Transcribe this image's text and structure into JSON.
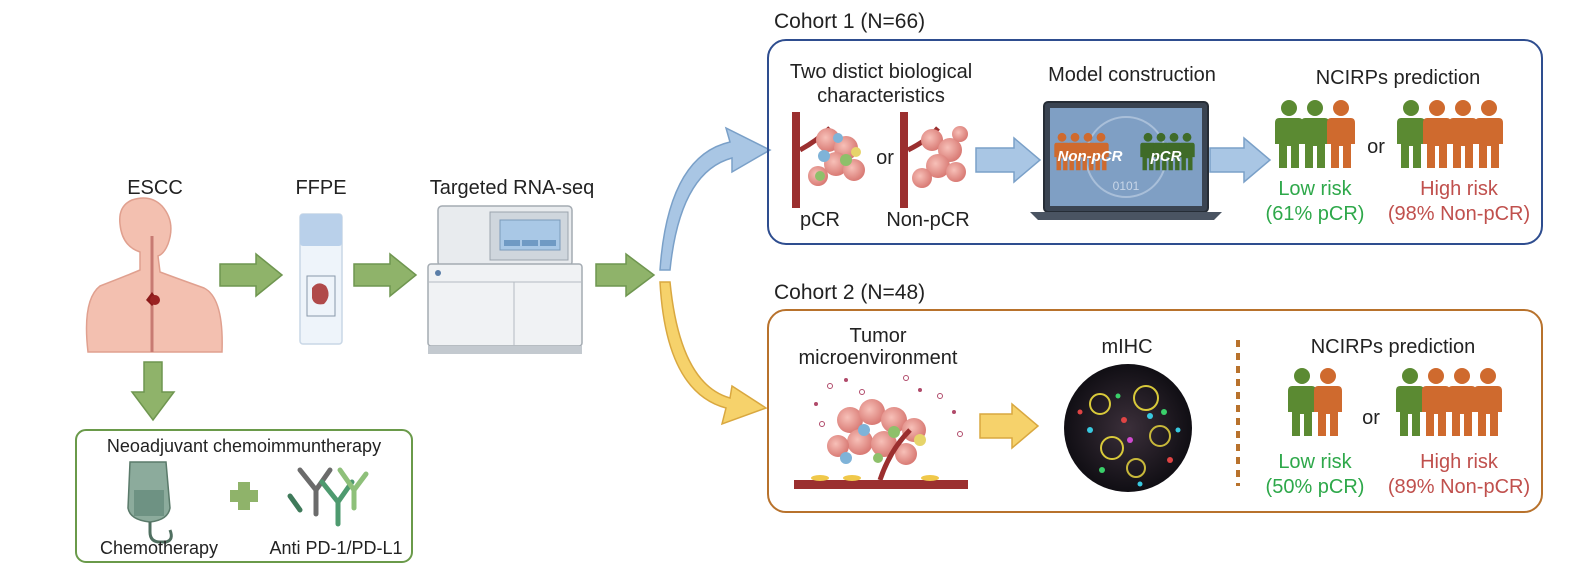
{
  "left": {
    "escc_label": "ESCC",
    "ffpe_label": "FFPE",
    "rnaseq_label": "Targeted RNA-seq",
    "treatment": {
      "title": "Neoadjuvant chemoimmuntherapy",
      "chemo_label": "Chemotherapy",
      "anti_label": "Anti PD-1/PD-L1"
    }
  },
  "cohort1": {
    "title": "Cohort 1 (N=66)",
    "char_title_1": "Two distict biological",
    "char_title_2": "characteristics",
    "or_label": "or",
    "pcr_label": "pCR",
    "nonpcr_label": "Non-pCR",
    "model_title": "Model construction",
    "screen_nonpcr": "Non-pCR",
    "screen_pcr": "pCR",
    "screen_code": "0101",
    "pred_title": "NCIRPs prediction",
    "pred_or": "or",
    "low_risk": "Low risk",
    "low_pct": "(61% pCR)",
    "high_risk": "High risk",
    "high_pct": "(98% Non-pCR)"
  },
  "cohort2": {
    "title": "Cohort 2 (N=48)",
    "tme_title_1": "Tumor",
    "tme_title_2": "microenvironment",
    "mihc_title": "mIHC",
    "pred_title": "NCIRPs prediction",
    "pred_or": "or",
    "low_risk": "Low risk",
    "low_pct": "(50% pCR)",
    "high_risk": "High risk",
    "high_pct": "(89% Non-pCR)"
  },
  "colors": {
    "cohort1_border": "#2e4d8f",
    "cohort2_border": "#b8722c",
    "green_arrow": "#8fb36a",
    "blue_arrow": "#a9c6e4",
    "yellow_arrow": "#f6d26b",
    "low_risk_text": "#2ea84a",
    "high_risk_text": "#c0504d",
    "person_green": "#5b8a32",
    "person_orange": "#cf6a2e",
    "treatment_border": "#6a9a4a"
  }
}
